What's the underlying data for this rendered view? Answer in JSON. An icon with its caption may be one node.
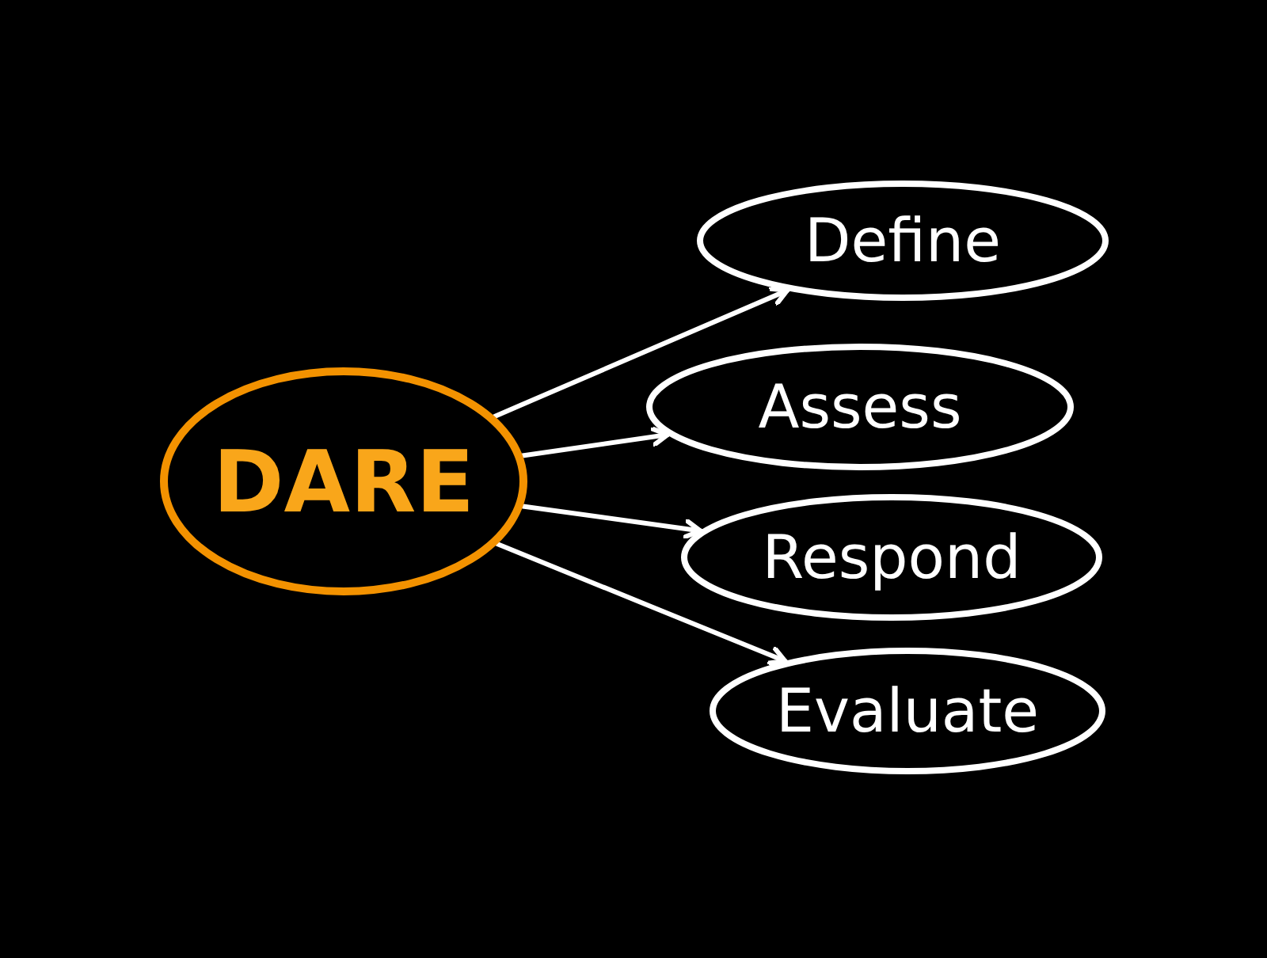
{
  "diagram": {
    "nodes": [
      {
        "text": [
          "DARE"
        ]
      },
      {
        "text": [
          "Define"
        ]
      },
      {
        "text": [
          "Assess"
        ]
      },
      {
        "text": [
          "Respond"
        ]
      },
      {
        "text": [
          "Evaluate"
        ]
      }
    ],
    "edges": [
      {
        "from": 0,
        "to": 1,
        "arrow": "to"
      },
      {
        "from": 0,
        "to": 2,
        "arrow": "to"
      },
      {
        "from": 0,
        "to": 3,
        "arrow": "to"
      },
      {
        "from": 0,
        "to": 4,
        "arrow": "to"
      }
    ]
  }
}
